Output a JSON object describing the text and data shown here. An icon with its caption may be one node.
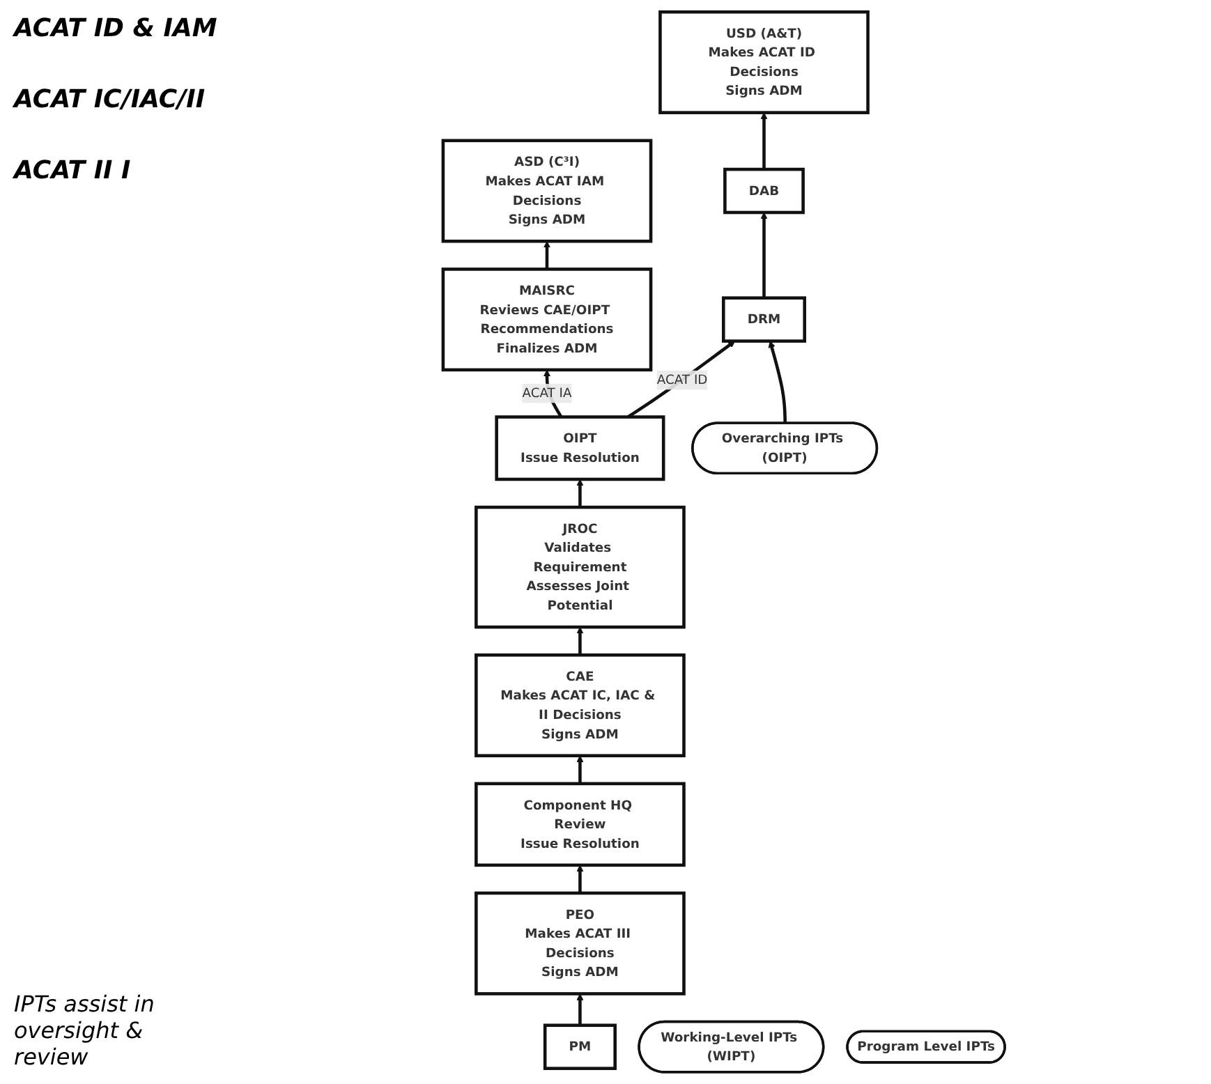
{
  "diagram": {
    "nodes": [
      {
        "text": [
          "PM"
        ]
      },
      {
        "text": [
          "PEO",
          "Makes ACAT III Decisions",
          "Signs ADM"
        ]
      },
      {
        "text": [
          "Component HQ Review",
          "Issue Resolution"
        ]
      },
      {
        "text": [
          "CAE",
          "Makes ACAT IC, IAC & II Decisions",
          "Signs ADM"
        ]
      },
      {
        "text": [
          "JROC",
          "Validates Requirement",
          "Assesses Joint Potential"
        ]
      },
      {
        "text": [
          "OIPT",
          "Issue Resolution"
        ]
      },
      {
        "text": [
          "MAISRC",
          "Reviews CAE/OIPT Recommendations",
          "Finalizes ADM"
        ]
      },
      {
        "text": [
          "ASD (C³I)",
          "Makes ACAT IAM Decisions",
          "Signs ADM"
        ]
      },
      {
        "text": [
          "DRM"
        ]
      },
      {
        "text": [
          "DAB"
        ]
      },
      {
        "text": [
          "USD (A&T)",
          "Makes ACAT ID Decisions",
          "Signs ADM"
        ]
      },
      {
        "text": [
          "Overarching IPTs (OIPT)"
        ]
      },
      {
        "text": [
          "Working-Level IPTs (WIPT)"
        ]
      },
      {
        "text": [
          "Program Level IPTs"
        ]
      }
    ],
    "edges": [
      {
        "from": 0,
        "to": 1,
        "arrow": "to"
      },
      {
        "from": 1,
        "to": 2,
        "arrow": "to"
      },
      {
        "from": 2,
        "to": 3,
        "arrow": "to"
      },
      {
        "from": 3,
        "to": 4,
        "arrow": "to"
      },
      {
        "from": 4,
        "to": 5,
        "arrow": "to"
      },
      {
        "from": 5,
        "to": 6,
        "arrow": "to",
        "label": "ACAT IA"
      },
      {
        "from": 6,
        "to": 7,
        "arrow": "to"
      },
      {
        "from": 5,
        "to": 8,
        "arrow": "to",
        "label": "ACAT ID"
      },
      {
        "from": 8,
        "to": 9,
        "arrow": "to"
      },
      {
        "from": 9,
        "to": 10,
        "arrow": "to"
      },
      {
        "from": 11,
        "to": 8,
        "arrow": "to"
      }
    ],
    "labels": [
      "ACAT ID & IAM",
      "ACAT IC/IAC/II",
      "ACAT II I",
      "IPTs assist in oversight & review"
    ]
  }
}
